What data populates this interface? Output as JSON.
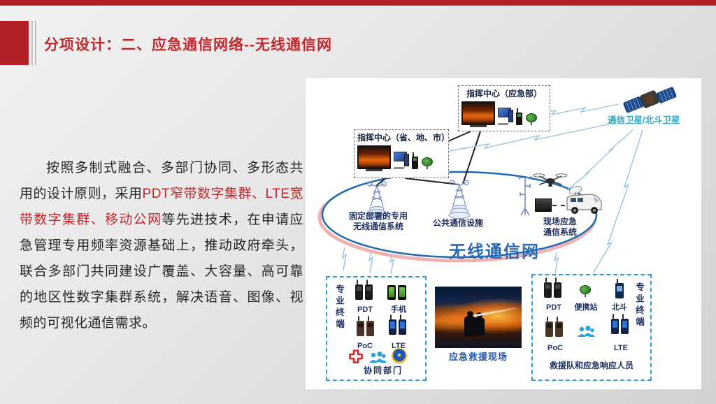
{
  "slide": {
    "title": "分项设计：二、应急通信网络--无线通信网",
    "colors": {
      "accent_red": "#b32025",
      "title_red": "#c1272d",
      "diagram_blue": "#1c6ab0",
      "dashed_box_blue": "#2e9bd6",
      "satellite_label_teal": "#2fa8c0",
      "ellipse_shadow_pink": "#f0b2b2",
      "label_navy": "#1c2f5e"
    }
  },
  "body": {
    "part1": "按照多制式融合、多部门协同、多形态共用的设计原则，采用",
    "part2_red": "PDT窄带数字集群、LTE宽带数字集群、移动公网",
    "part3": "等先进技术，在申请应急管理专用频率资源基础上，推动政府牵头，联合多部门共同建设广覆盖、大容量、高可靠的地区性数字集群系统，解决语音、图像、视频的可视化通信需求。"
  },
  "diagram": {
    "command_center_top_label": "指挥中心（应急部）",
    "command_center_left_label": "指挥中心（省、地、市）",
    "satellite_label": "通信卫星/北斗卫星",
    "network_label": "无线通信网",
    "fixed_system_label_line1": "固定部署的专用",
    "fixed_system_label_line2": "无线通信系统",
    "public_facility_label": "公共通信设施",
    "field_system_label_line1": "现场应急",
    "field_system_label_line2": "通信系统",
    "left_box": {
      "side_label": "专业终端",
      "pdt_label": "PDT",
      "phone_label": "手机",
      "poc_label": "PoC",
      "lte_label": "LTE",
      "bottom_label": "协同部门"
    },
    "scene_label": "应急救援现场",
    "right_box": {
      "side_label": "专业终端",
      "pdt_label": "PDT",
      "portable_station_label": "便携站",
      "beidou_label": "北斗",
      "poc_label": "PoC",
      "lte_label": "LTE",
      "bottom_label": "救援队和应急响应人员"
    },
    "icons": {
      "satellite": "satellite-icon",
      "comm_tower": "comm-tower-icon",
      "drone": "drone-icon",
      "comm_van": "comm-van-icon",
      "antenna_pole": "antenna-pole-icon",
      "fire_monitor": "fire-monitor-icon",
      "desktop_pc": "desktop-pc-icon",
      "satellite_dish": "satellite-dish-icon",
      "walkie_talkie": "walkie-talkie-icon",
      "smartphone": "smartphone-icon",
      "red_cross": "red-cross-icon",
      "team": "team-icon",
      "police_badge": "police-badge-icon"
    }
  }
}
